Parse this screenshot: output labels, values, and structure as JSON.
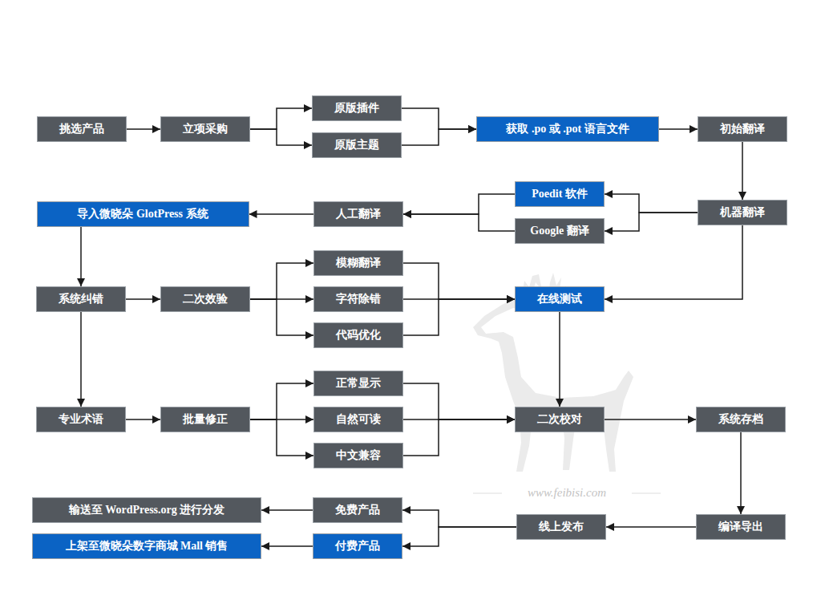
{
  "diagram": {
    "nodes": [
      {
        "text": [
          "挑选产品"
        ]
      },
      {
        "text": [
          "立项采购"
        ]
      },
      {
        "text": [
          "原版插件"
        ]
      },
      {
        "text": [
          "原版主题"
        ]
      },
      {
        "text": [
          "获取 .po 或 .pot 语言文件"
        ]
      },
      {
        "text": [
          "初始翻译"
        ]
      },
      {
        "text": [
          "导入微晓朵 GlotPress 系统"
        ]
      },
      {
        "text": [
          "人工翻译"
        ]
      },
      {
        "text": [
          "Poedit 软件"
        ]
      },
      {
        "text": [
          "Google 翻译"
        ]
      },
      {
        "text": [
          "机器翻译"
        ]
      },
      {
        "text": [
          "系统纠错"
        ]
      },
      {
        "text": [
          "二次效验"
        ]
      },
      {
        "text": [
          "模糊翻译"
        ]
      },
      {
        "text": [
          "字符除错"
        ]
      },
      {
        "text": [
          "代码优化"
        ]
      },
      {
        "text": [
          "在线测试"
        ]
      },
      {
        "text": [
          "专业术语"
        ]
      },
      {
        "text": [
          "批量修正"
        ]
      },
      {
        "text": [
          "正常显示"
        ]
      },
      {
        "text": [
          "自然可读"
        ]
      },
      {
        "text": [
          "中文兼容"
        ]
      },
      {
        "text": [
          "二次校对"
        ]
      },
      {
        "text": [
          "系统存档"
        ]
      },
      {
        "text": [
          "输送至 WordPress.org 进行分发"
        ]
      },
      {
        "text": [
          "免费产品"
        ]
      },
      {
        "text": [
          "线上发布"
        ]
      },
      {
        "text": [
          "编译导出"
        ]
      },
      {
        "text": [
          "上架至微晓朵数字商城 Mall 销售"
        ]
      },
      {
        "text": [
          "付费产品"
        ]
      }
    ],
    "edges": [
      {
        "from": 0,
        "to": 1,
        "arrow": "to"
      },
      {
        "from": 1,
        "to": 2,
        "arrow": "to"
      },
      {
        "from": 1,
        "to": 3,
        "arrow": "to"
      },
      {
        "from": 2,
        "to": 4,
        "arrow": "to"
      },
      {
        "from": 3,
        "to": 4,
        "arrow": "to"
      },
      {
        "from": 4,
        "to": 5,
        "arrow": "to"
      },
      {
        "from": 5,
        "to": 10,
        "arrow": "to"
      },
      {
        "from": 10,
        "to": 8,
        "arrow": "to"
      },
      {
        "from": 10,
        "to": 9,
        "arrow": "to"
      },
      {
        "from": 8,
        "to": 7,
        "arrow": "to"
      },
      {
        "from": 9,
        "to": 7,
        "arrow": "to"
      },
      {
        "from": 7,
        "to": 6,
        "arrow": "to"
      },
      {
        "from": 6,
        "to": 11,
        "arrow": "to"
      },
      {
        "from": 11,
        "to": 12,
        "arrow": "to"
      },
      {
        "from": 12,
        "to": 13,
        "arrow": "to"
      },
      {
        "from": 12,
        "to": 14,
        "arrow": "to"
      },
      {
        "from": 12,
        "to": 15,
        "arrow": "to"
      },
      {
        "from": 13,
        "to": 16,
        "arrow": "to"
      },
      {
        "from": 14,
        "to": 16,
        "arrow": "to"
      },
      {
        "from": 15,
        "to": 16,
        "arrow": "to"
      },
      {
        "from": 10,
        "to": 16,
        "arrow": "to"
      },
      {
        "from": 16,
        "to": 22,
        "arrow": "to"
      },
      {
        "from": 11,
        "to": 17,
        "arrow": "to"
      },
      {
        "from": 17,
        "to": 18,
        "arrow": "to"
      },
      {
        "from": 18,
        "to": 19,
        "arrow": "to"
      },
      {
        "from": 18,
        "to": 20,
        "arrow": "to"
      },
      {
        "from": 18,
        "to": 21,
        "arrow": "to"
      },
      {
        "from": 19,
        "to": 22,
        "arrow": "to"
      },
      {
        "from": 20,
        "to": 22,
        "arrow": "to"
      },
      {
        "from": 21,
        "to": 22,
        "arrow": "to"
      },
      {
        "from": 22,
        "to": 23,
        "arrow": "to"
      },
      {
        "from": 23,
        "to": 27,
        "arrow": "to"
      },
      {
        "from": 27,
        "to": 26,
        "arrow": "to"
      },
      {
        "from": 26,
        "to": 25,
        "arrow": "to"
      },
      {
        "from": 26,
        "to": 29,
        "arrow": "to"
      },
      {
        "from": 25,
        "to": 24,
        "arrow": "to"
      },
      {
        "from": 29,
        "to": 28,
        "arrow": "to"
      }
    ],
    "labels": [
      "www.feibisi.com"
    ]
  }
}
